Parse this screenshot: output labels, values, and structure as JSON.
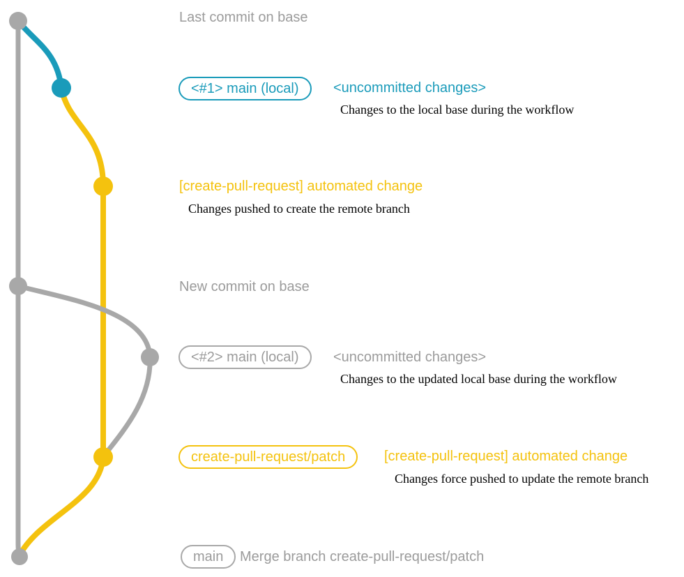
{
  "colors": {
    "branch_gray": "#a8a8a8",
    "branch_blue": "#1a9bba",
    "branch_yellow": "#f4c20e",
    "label_gray": "#9b9b9b",
    "desc_black": "#000000"
  },
  "graph": {
    "commits": [
      {
        "id": "base-last-commit",
        "color": "gray"
      },
      {
        "id": "local-main-1",
        "color": "blue"
      },
      {
        "id": "remote-branch-1",
        "color": "yellow"
      },
      {
        "id": "base-new-commit",
        "color": "gray"
      },
      {
        "id": "local-main-2",
        "color": "gray"
      },
      {
        "id": "remote-branch-2",
        "color": "yellow"
      },
      {
        "id": "merge-commit",
        "color": "gray"
      }
    ]
  },
  "annotations": {
    "last_commit_label": "Last commit on base",
    "branch1": {
      "badge": "<#1> main (local)",
      "status": "<uncommitted changes>",
      "desc": "Changes to the local base during the workflow"
    },
    "push1": {
      "title": "[create-pull-request] automated change",
      "desc": "Changes pushed to create the remote branch"
    },
    "new_commit_label": "New commit on base",
    "branch2": {
      "badge": "<#2> main (local)",
      "status": "<uncommitted changes>",
      "desc": "Changes to the updated local base during the workflow"
    },
    "push2": {
      "badge": "create-pull-request/patch",
      "title": "[create-pull-request] automated change",
      "desc": "Changes force pushed to update the remote branch"
    },
    "merge": {
      "badge": "main",
      "label": "Merge branch create-pull-request/patch"
    }
  }
}
